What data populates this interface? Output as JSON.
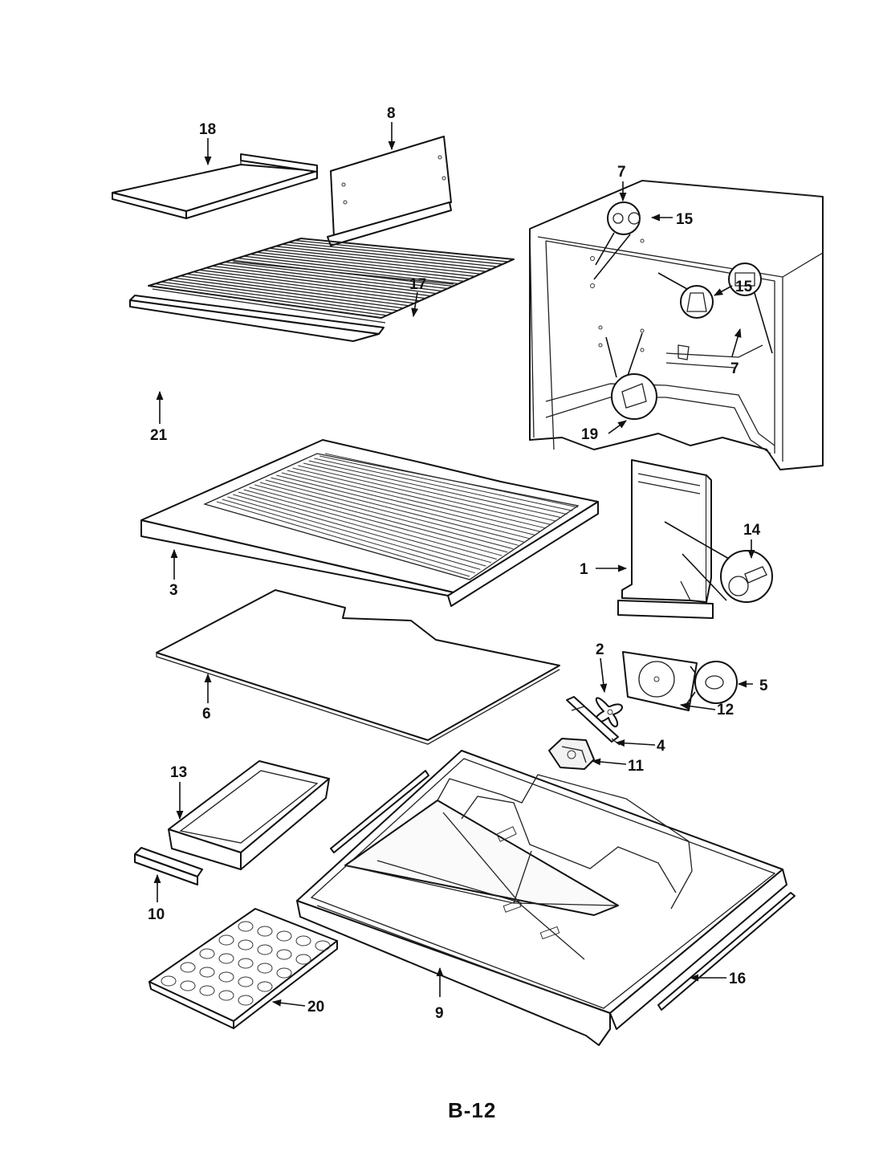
{
  "page_label": "B-12",
  "callouts": {
    "c1": "1",
    "c2": "2",
    "c3": "3",
    "c4": "4",
    "c5": "5",
    "c6": "6",
    "c7a": "7",
    "c7b": "7",
    "c8": "8",
    "c9": "9",
    "c10": "10",
    "c11": "11",
    "c12": "12",
    "c13": "13",
    "c14": "14",
    "c15a": "15",
    "c15b": "15",
    "c16": "16",
    "c17": "17",
    "c18": "18",
    "c19": "19",
    "c20": "20",
    "c21": "21"
  },
  "colors": {
    "ink": "#111111",
    "paper": "#ffffff"
  }
}
